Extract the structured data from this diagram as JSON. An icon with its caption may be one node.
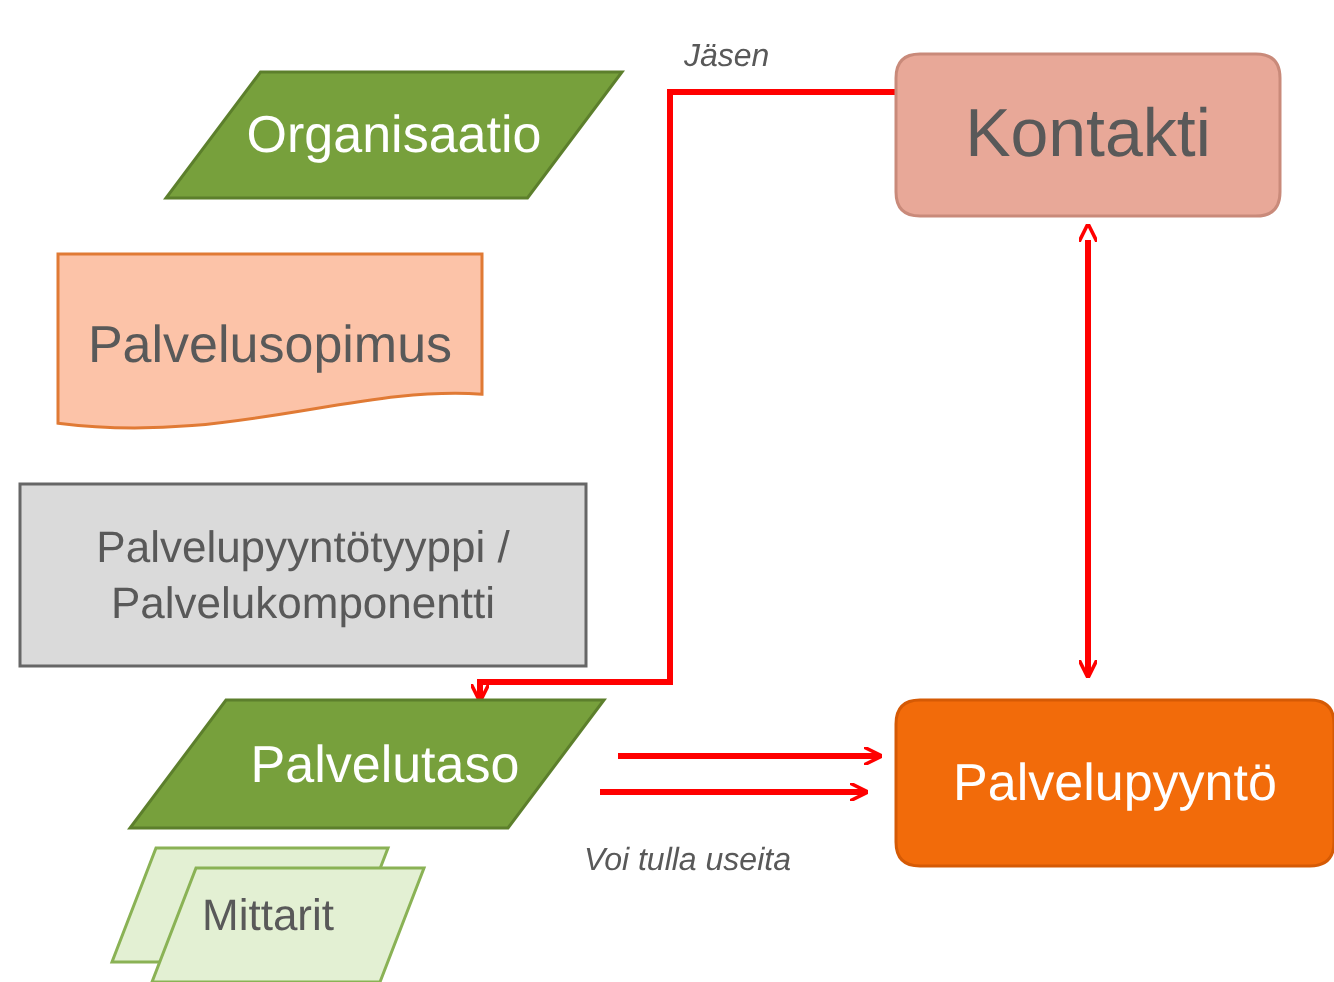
{
  "diagram": {
    "nodes": [
      {
        "text": [
          "Organisaatio"
        ]
      },
      {
        "text": [
          "Kontakti"
        ]
      },
      {
        "text": [
          "Palvelusopimus"
        ]
      },
      {
        "text": [
          "Palvelupyyntötyyppi / Palvelukomponentti"
        ]
      },
      {
        "text": [
          "Palvelutaso"
        ]
      },
      {
        "text": [
          "Mittarit"
        ]
      },
      {
        "text": [
          "Palvelupyyntö"
        ]
      }
    ],
    "edges": [
      {
        "from": 1,
        "to": 4,
        "arrow": "to",
        "label": "Jäsen"
      },
      {
        "from": 1,
        "to": 6,
        "arrow": "both"
      },
      {
        "from": 4,
        "to": 6,
        "arrow": "to"
      },
      {
        "from": 4,
        "to": 6,
        "arrow": "to",
        "label": "Voi tulla useita"
      }
    ]
  }
}
